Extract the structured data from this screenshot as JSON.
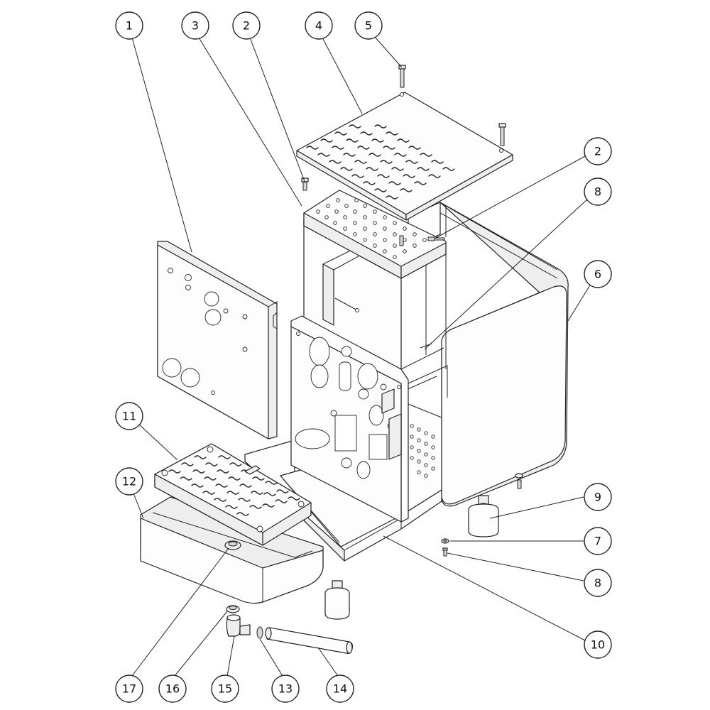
{
  "diagram": {
    "balloons": [
      {
        "id": "b1",
        "label": "1"
      },
      {
        "id": "b3",
        "label": "3"
      },
      {
        "id": "b2a",
        "label": "2"
      },
      {
        "id": "b4",
        "label": "4"
      },
      {
        "id": "b5",
        "label": "5"
      },
      {
        "id": "b2b",
        "label": "2"
      },
      {
        "id": "b8a",
        "label": "8"
      },
      {
        "id": "b6",
        "label": "6"
      },
      {
        "id": "b11",
        "label": "11"
      },
      {
        "id": "b12",
        "label": "12"
      },
      {
        "id": "b9",
        "label": "9"
      },
      {
        "id": "b7",
        "label": "7"
      },
      {
        "id": "b8b",
        "label": "8"
      },
      {
        "id": "b10",
        "label": "10"
      },
      {
        "id": "b17",
        "label": "17"
      },
      {
        "id": "b16",
        "label": "16"
      },
      {
        "id": "b15",
        "label": "15"
      },
      {
        "id": "b13",
        "label": "13"
      },
      {
        "id": "b14",
        "label": "14"
      }
    ]
  }
}
